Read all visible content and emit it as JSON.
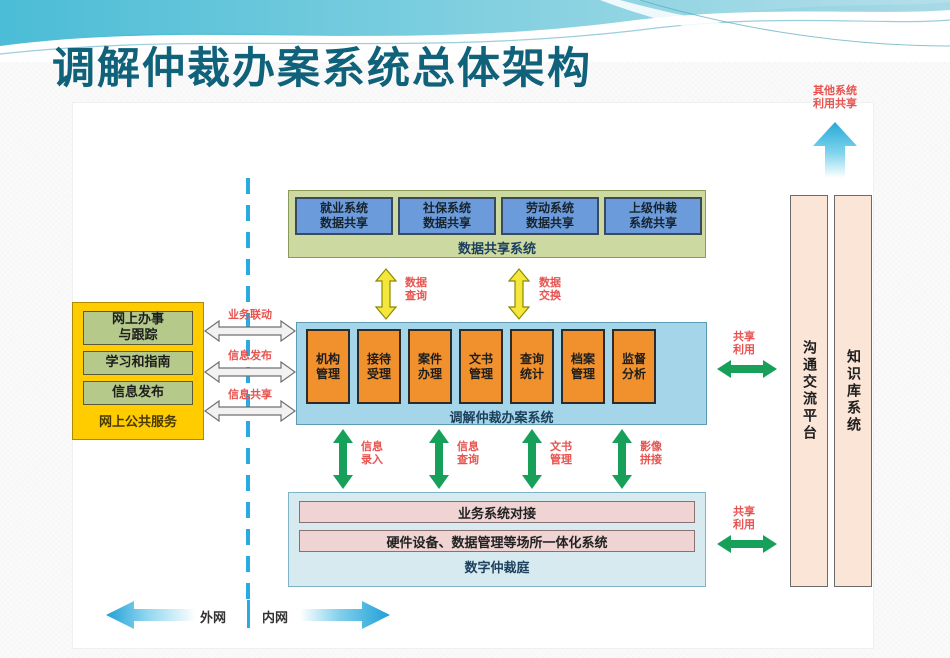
{
  "page": {
    "title": "调解仲裁办案系统总体架构"
  },
  "data_sharing": {
    "panel_label": "数据共享系统",
    "boxes": [
      {
        "line1": "就业系统",
        "line2": "数据共享"
      },
      {
        "line1": "社保系统",
        "line2": "数据共享"
      },
      {
        "line1": "劳动系统",
        "line2": "数据共享"
      },
      {
        "line1": "上级仲裁",
        "line2": "系统共享"
      }
    ]
  },
  "core_system": {
    "panel_label": "调解仲裁办案系统",
    "modules": [
      {
        "line1": "机构",
        "line2": "管理"
      },
      {
        "line1": "接待",
        "line2": "受理"
      },
      {
        "line1": "案件",
        "line2": "办理"
      },
      {
        "line1": "文书",
        "line2": "管理"
      },
      {
        "line1": "查询",
        "line2": "统计"
      },
      {
        "line1": "档案",
        "line2": "管理"
      },
      {
        "line1": "监督",
        "line2": "分析"
      }
    ]
  },
  "digital_tribunal": {
    "panel_label": "数字仲裁庭",
    "bars": [
      "业务系统对接",
      "硬件设备、数据管理等场所一体化系统"
    ]
  },
  "public_service": {
    "panel_label": "网上公共服务",
    "boxes": [
      {
        "line1": "网上办事",
        "line2": "与跟踪"
      },
      {
        "line1": "学习和指南",
        "line2": ""
      },
      {
        "line1": "信息发布",
        "line2": ""
      }
    ]
  },
  "right_panels": [
    {
      "label": "沟通交流平台"
    },
    {
      "label": "知识库系统"
    }
  ],
  "arrows": {
    "top_out": {
      "line1": "其他系统",
      "line2": "利用共享"
    },
    "vertical_top": [
      {
        "line1": "数据",
        "line2": "查询"
      },
      {
        "line1": "数据",
        "line2": "交换"
      }
    ],
    "vertical_bottom": [
      {
        "line1": "信息",
        "line2": "录入"
      },
      {
        "line1": "信息",
        "line2": "查询"
      },
      {
        "line1": "文书",
        "line2": "管理"
      },
      {
        "line1": "影像",
        "line2": "拼接"
      }
    ],
    "horizontal_left": [
      {
        "label": "业务联动"
      },
      {
        "label": "信息发布"
      },
      {
        "label": "信息共享"
      }
    ],
    "share_use": [
      {
        "line1": "共享",
        "line2": "利用"
      },
      {
        "line1": "共享",
        "line2": "利用"
      }
    ]
  },
  "network_legend": {
    "external": "外网",
    "internal": "内网"
  },
  "colors": {
    "title": "#10627b",
    "sharing_panel": "#ccd9a0",
    "sharing_box": "#6c9bdc",
    "core_panel": "#a5d5e8",
    "core_box": "#f0912d",
    "tribunal_panel": "#d6eaf0",
    "tribunal_bar": "#f0d3d3",
    "public_panel": "#ffcc00",
    "public_box": "#b5c98a",
    "right_panel": "#fbe5d6",
    "green_arrow": "#17a05a",
    "yellow_arrow": "#f5e63c",
    "red_label": "#e8534f",
    "cyan": "#29abe2"
  }
}
